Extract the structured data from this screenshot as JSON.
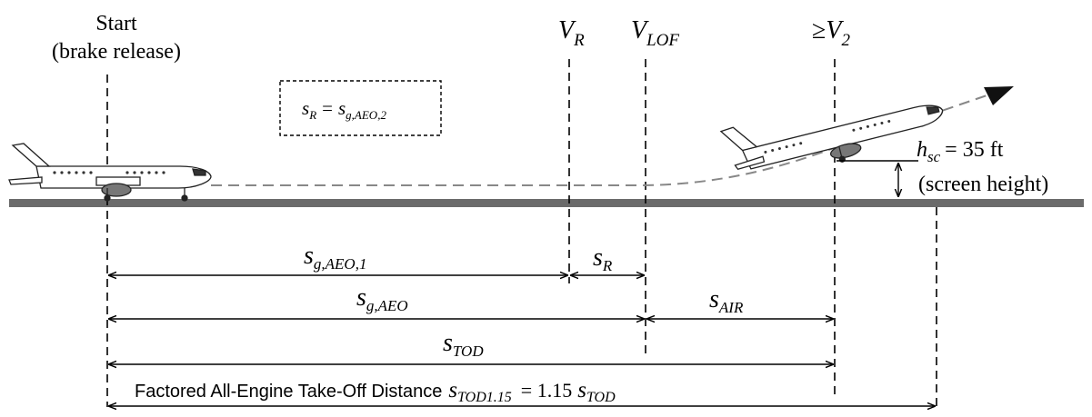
{
  "markers": {
    "start": {
      "line1": "Start",
      "line2": "(brake release)"
    },
    "vr": {
      "base": "V",
      "sub": "R"
    },
    "vlof": {
      "base": "V",
      "sub": "LOF"
    },
    "v2": {
      "prefix": "≥",
      "base": "V",
      "sub": "2"
    }
  },
  "box_equation": {
    "lhs_base": "s",
    "lhs_sub": "R",
    "eq": "=",
    "rhs_base": "s",
    "rhs_sub": "g,AEO,2"
  },
  "screen": {
    "h_base": "h",
    "h_sub": "sc",
    "value": "= 35 ft",
    "note": "(screen height)"
  },
  "dimensions": {
    "sg1": {
      "base": "s",
      "sub": "g,AEO,1"
    },
    "sr": {
      "base": "s",
      "sub": "R"
    },
    "sgaeo": {
      "base": "s",
      "sub": "g,AEO"
    },
    "sair": {
      "base": "s",
      "sub": "AIR"
    },
    "stod": {
      "base": "s",
      "sub": "TOD"
    },
    "factored": {
      "text": "Factored All-Engine Take-Off Distance",
      "sym_base": "s",
      "sym_sub": "TOD1.15",
      "eq": "= 1.15",
      "rhs_base": "s",
      "rhs_sub": "TOD"
    }
  },
  "colors": {
    "runway": "#6b6b6b",
    "line": "#000000",
    "path": "#888888"
  }
}
